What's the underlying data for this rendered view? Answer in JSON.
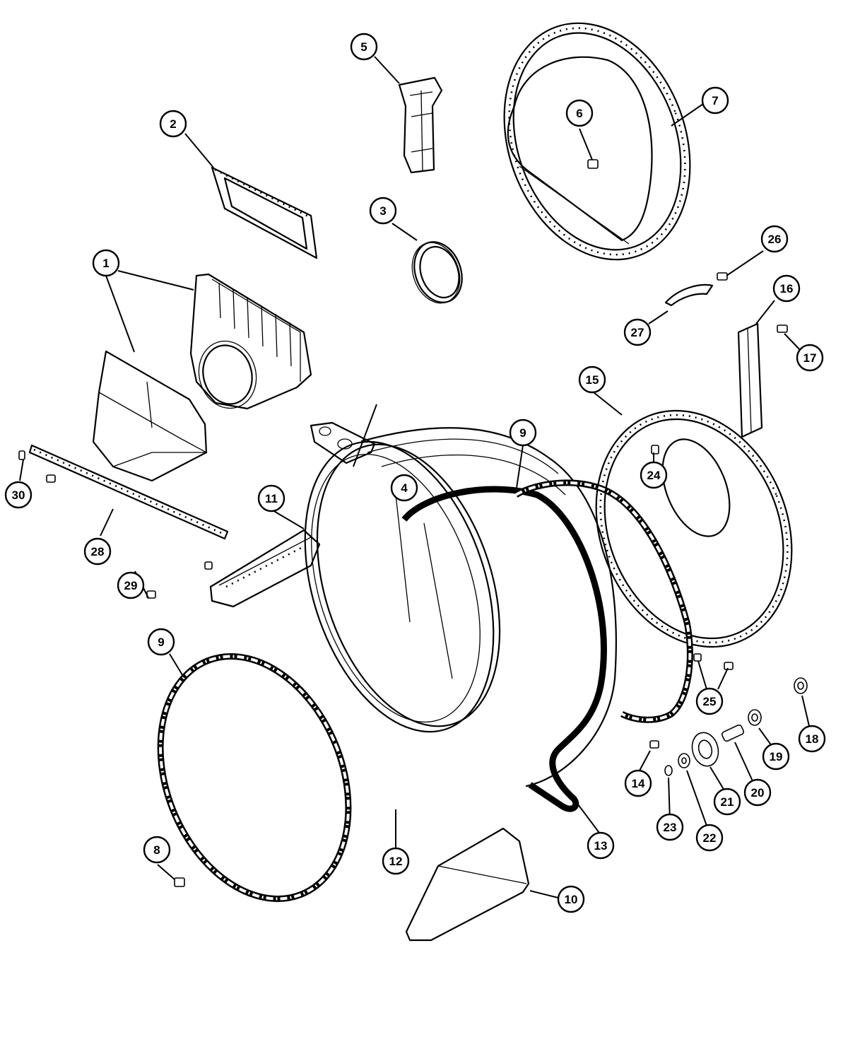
{
  "callouts": [
    {
      "id": "c1",
      "label": "1"
    },
    {
      "id": "c2",
      "label": "2"
    },
    {
      "id": "c3",
      "label": "3"
    },
    {
      "id": "c4",
      "label": "4"
    },
    {
      "id": "c5",
      "label": "5"
    },
    {
      "id": "c6",
      "label": "6"
    },
    {
      "id": "c7",
      "label": "7"
    },
    {
      "id": "c8",
      "label": "8"
    },
    {
      "id": "c9a",
      "label": "9"
    },
    {
      "id": "c9b",
      "label": "9"
    },
    {
      "id": "c10",
      "label": "10"
    },
    {
      "id": "c11",
      "label": "11"
    },
    {
      "id": "c12",
      "label": "12"
    },
    {
      "id": "c13",
      "label": "13"
    },
    {
      "id": "c14",
      "label": "14"
    },
    {
      "id": "c15",
      "label": "15"
    },
    {
      "id": "c16",
      "label": "16"
    },
    {
      "id": "c17",
      "label": "17"
    },
    {
      "id": "c18",
      "label": "18"
    },
    {
      "id": "c19",
      "label": "19"
    },
    {
      "id": "c20",
      "label": "20"
    },
    {
      "id": "c21",
      "label": "21"
    },
    {
      "id": "c22",
      "label": "22"
    },
    {
      "id": "c23",
      "label": "23"
    },
    {
      "id": "c24",
      "label": "24"
    },
    {
      "id": "c25",
      "label": "25"
    },
    {
      "id": "c26",
      "label": "26"
    },
    {
      "id": "c27",
      "label": "27"
    },
    {
      "id": "c28",
      "label": "28"
    },
    {
      "id": "c29",
      "label": "29"
    },
    {
      "id": "c30",
      "label": "30"
    }
  ]
}
